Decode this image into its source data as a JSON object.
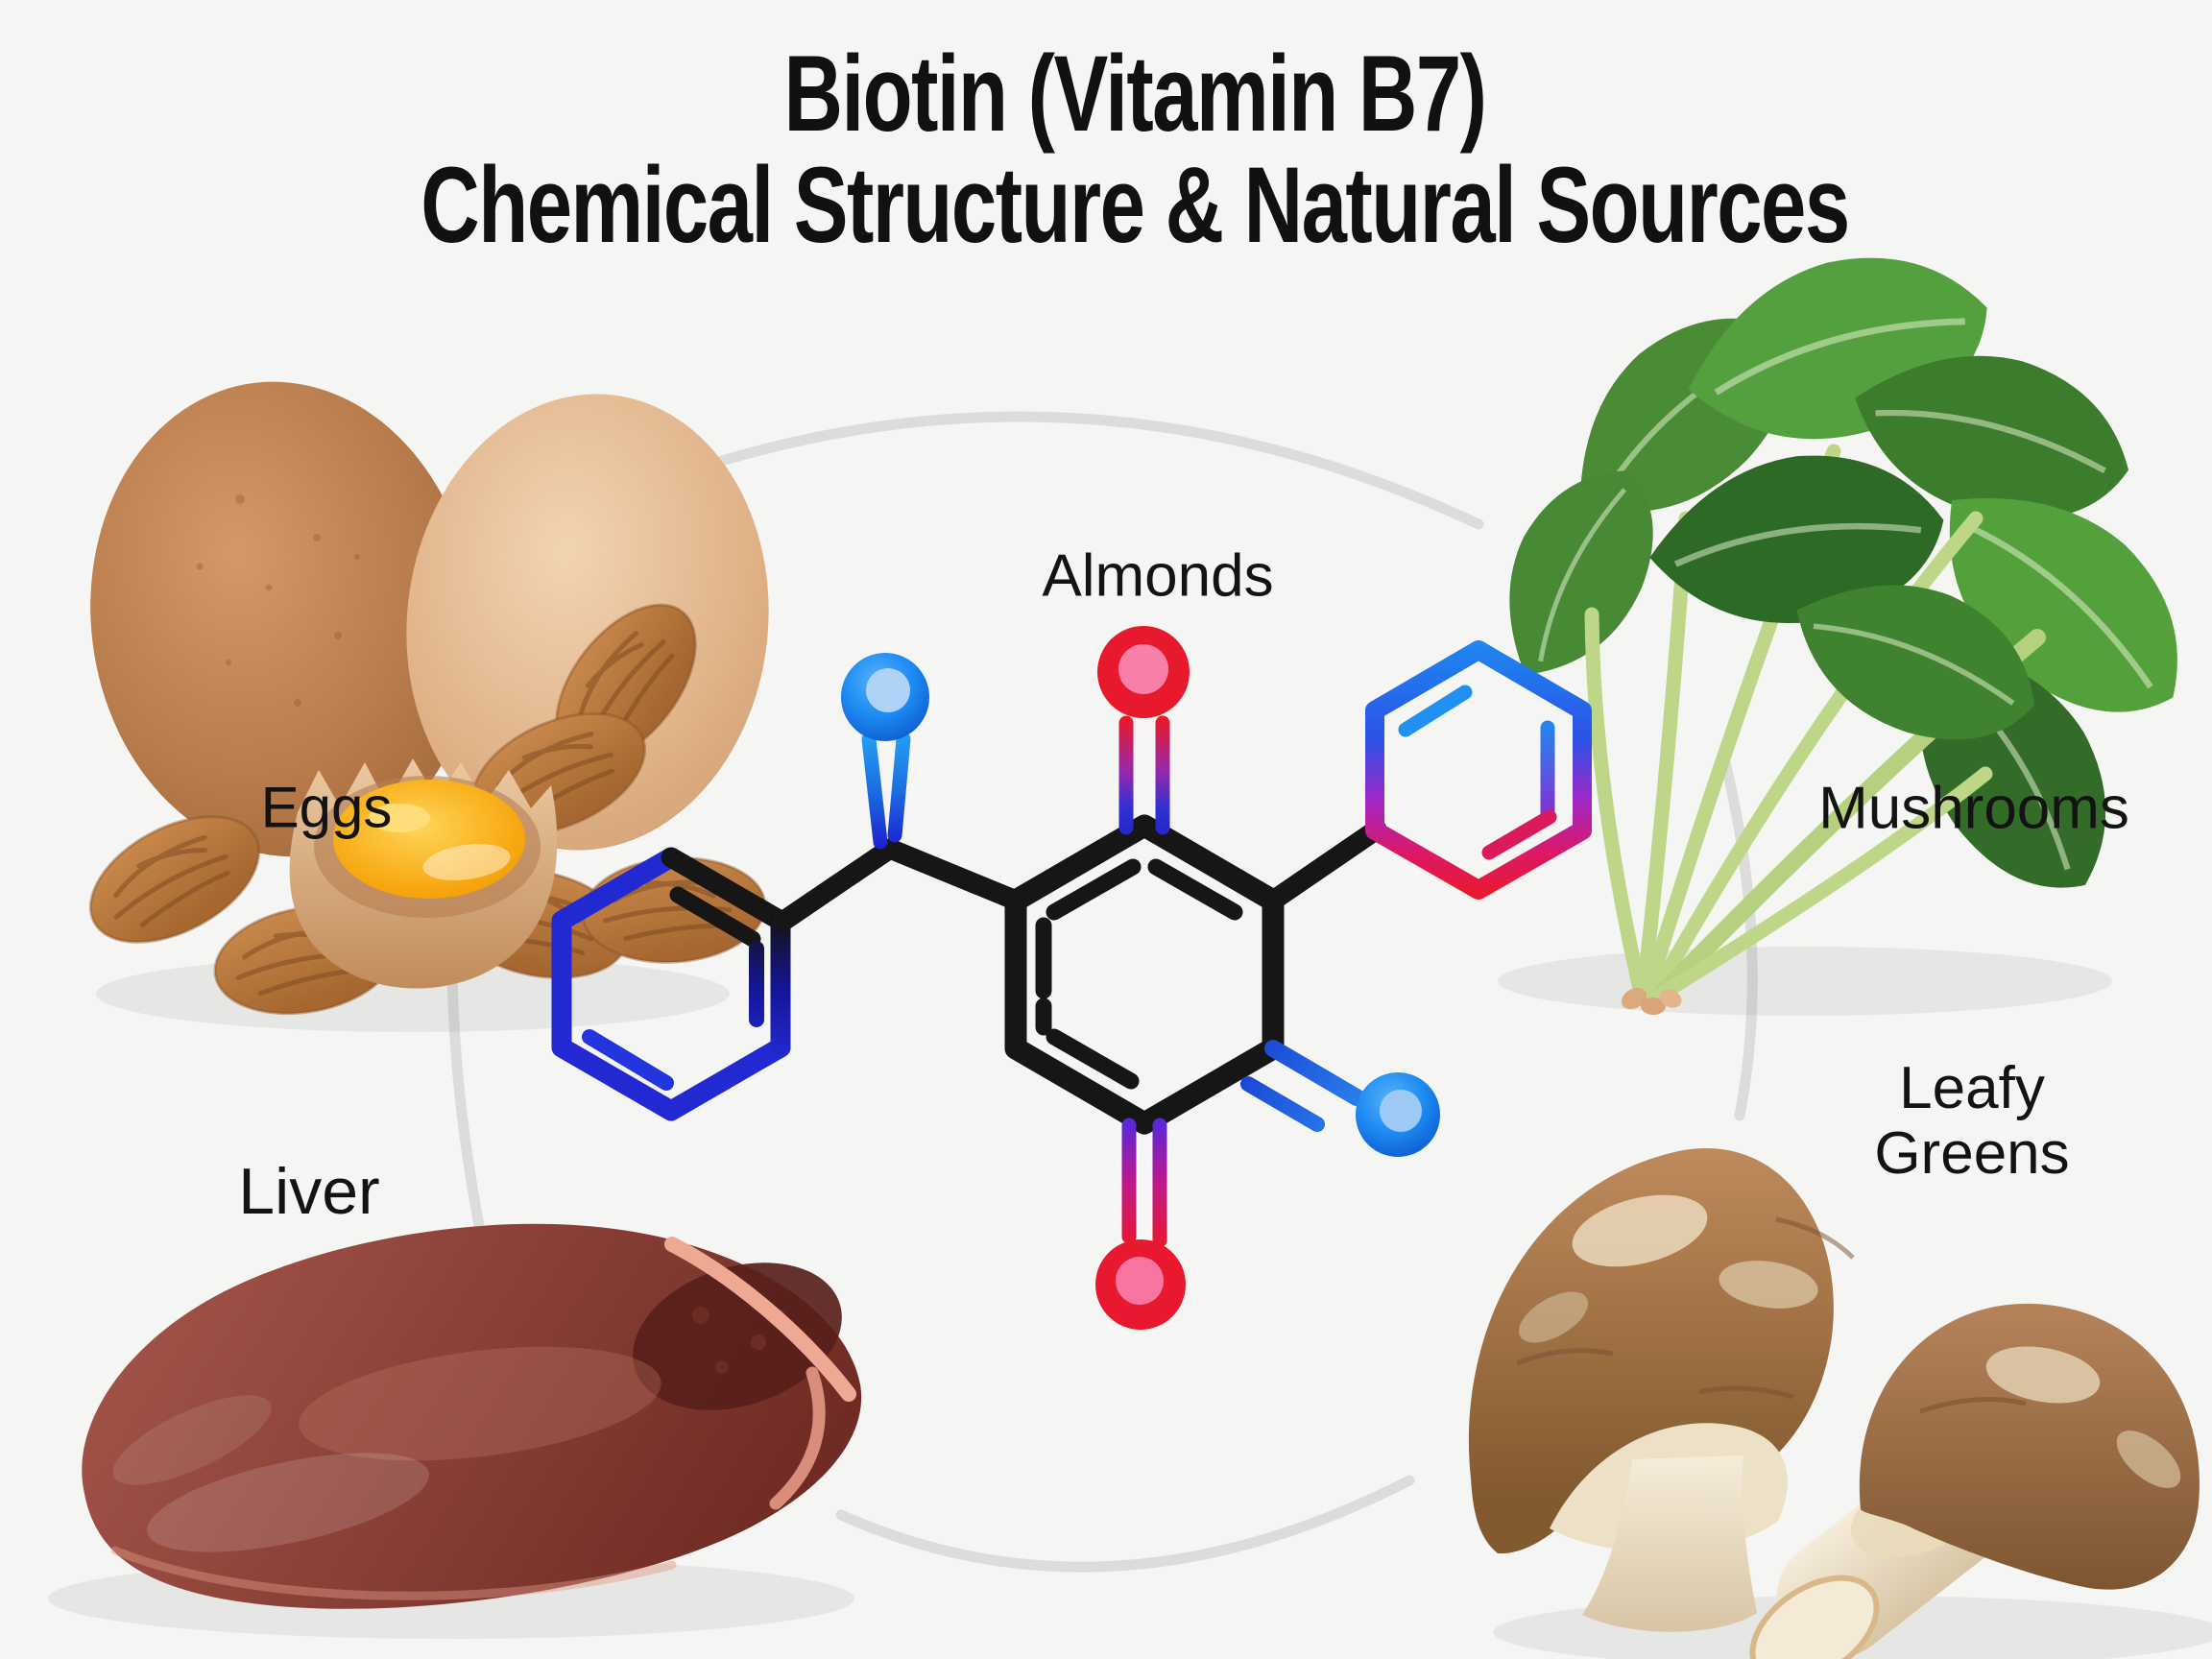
{
  "title": {
    "line1": "Biotin (Vitamin B7)",
    "line2": "Chemical Structure & Natural Sources"
  },
  "source_labels": {
    "almonds": "Almonds",
    "eggs": "Eggs",
    "mushrooms": "Mushrooms",
    "leafy_greens": {
      "line1": "Leafy",
      "line2": "Greens"
    },
    "liver": "Liver"
  },
  "molecule": {
    "central_ring_color": "#161616",
    "left_phenyl_blue": "#2228d2",
    "right_ring_gradient_top": "#1e86f0",
    "right_ring_gradient_bottom": "#e81a30",
    "oxygen_atom_color": "#e8192c",
    "oxygen_atom_inner_color": "#f880a8",
    "nitrogen_atom_color": "#1d8af2",
    "nitrogen_atom_inner_color": "#aed3f7"
  },
  "decoration": {
    "circle_arc_color": "#dcdddb",
    "background_color": "#f5f6f3"
  }
}
